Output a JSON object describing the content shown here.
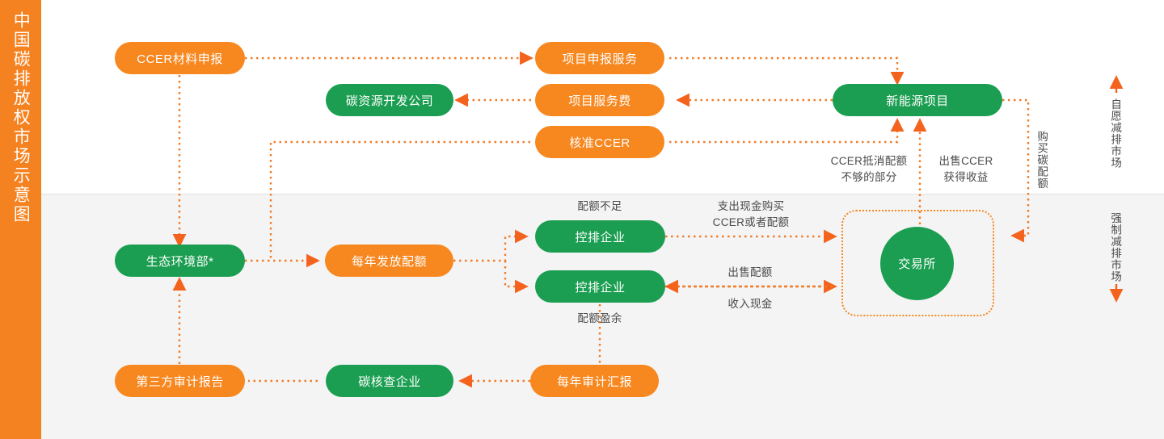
{
  "sidebar": {
    "title": "中国碳排放权市场示意图"
  },
  "colors": {
    "orange": "#f7871f",
    "orange_bar": "#f58220",
    "green": "#1b9e51",
    "line": "#f07c28",
    "text_gray": "#4a4a4a",
    "band_top": "#ffffff",
    "band_bottom": "#f4f4f4"
  },
  "nodes": {
    "ccer_material": {
      "label": "CCER材料申报",
      "color": "orange"
    },
    "carbon_dev_company": {
      "label": "碳资源开发公司",
      "color": "green"
    },
    "project_declare_service": {
      "label": "项目申报服务",
      "color": "orange"
    },
    "project_service_fee": {
      "label": "项目服务费",
      "color": "orange"
    },
    "approve_ccer": {
      "label": "核准CCER",
      "color": "orange"
    },
    "new_energy_project": {
      "label": "新能源项目",
      "color": "green"
    },
    "eco_ministry": {
      "label": "生态环境部*",
      "color": "green"
    },
    "annual_quota": {
      "label": "每年发放配额",
      "color": "orange"
    },
    "controlled_enterprise_1": {
      "label": "控排企业",
      "color": "green"
    },
    "controlled_enterprise_2": {
      "label": "控排企业",
      "color": "green"
    },
    "exchange": {
      "label": "交易所",
      "color": "green"
    },
    "third_party_audit_report": {
      "label": "第三方审计报告",
      "color": "orange"
    },
    "carbon_verification_company": {
      "label": "碳核查企业",
      "color": "green"
    },
    "annual_audit_report": {
      "label": "每年审计汇报",
      "color": "orange"
    }
  },
  "annotations": {
    "ccer_offset": "CCER抵消配额\n不够的部分",
    "sell_ccer": "出售CCER\n获得收益",
    "buy_carbon_quota": "购买碳配额",
    "quota_shortage": "配额不足",
    "quota_surplus": "配额盈余",
    "pay_cash_buy": "支出现金购买\nCCER或者配额",
    "sell_quota": "出售配额",
    "receive_cash": "收入现金"
  },
  "markets": {
    "voluntary": {
      "label": "自愿减排市场",
      "arrow": "up-arrow-icon"
    },
    "mandatory": {
      "label": "强制减排市场",
      "arrow": "down-arrow-icon"
    }
  }
}
